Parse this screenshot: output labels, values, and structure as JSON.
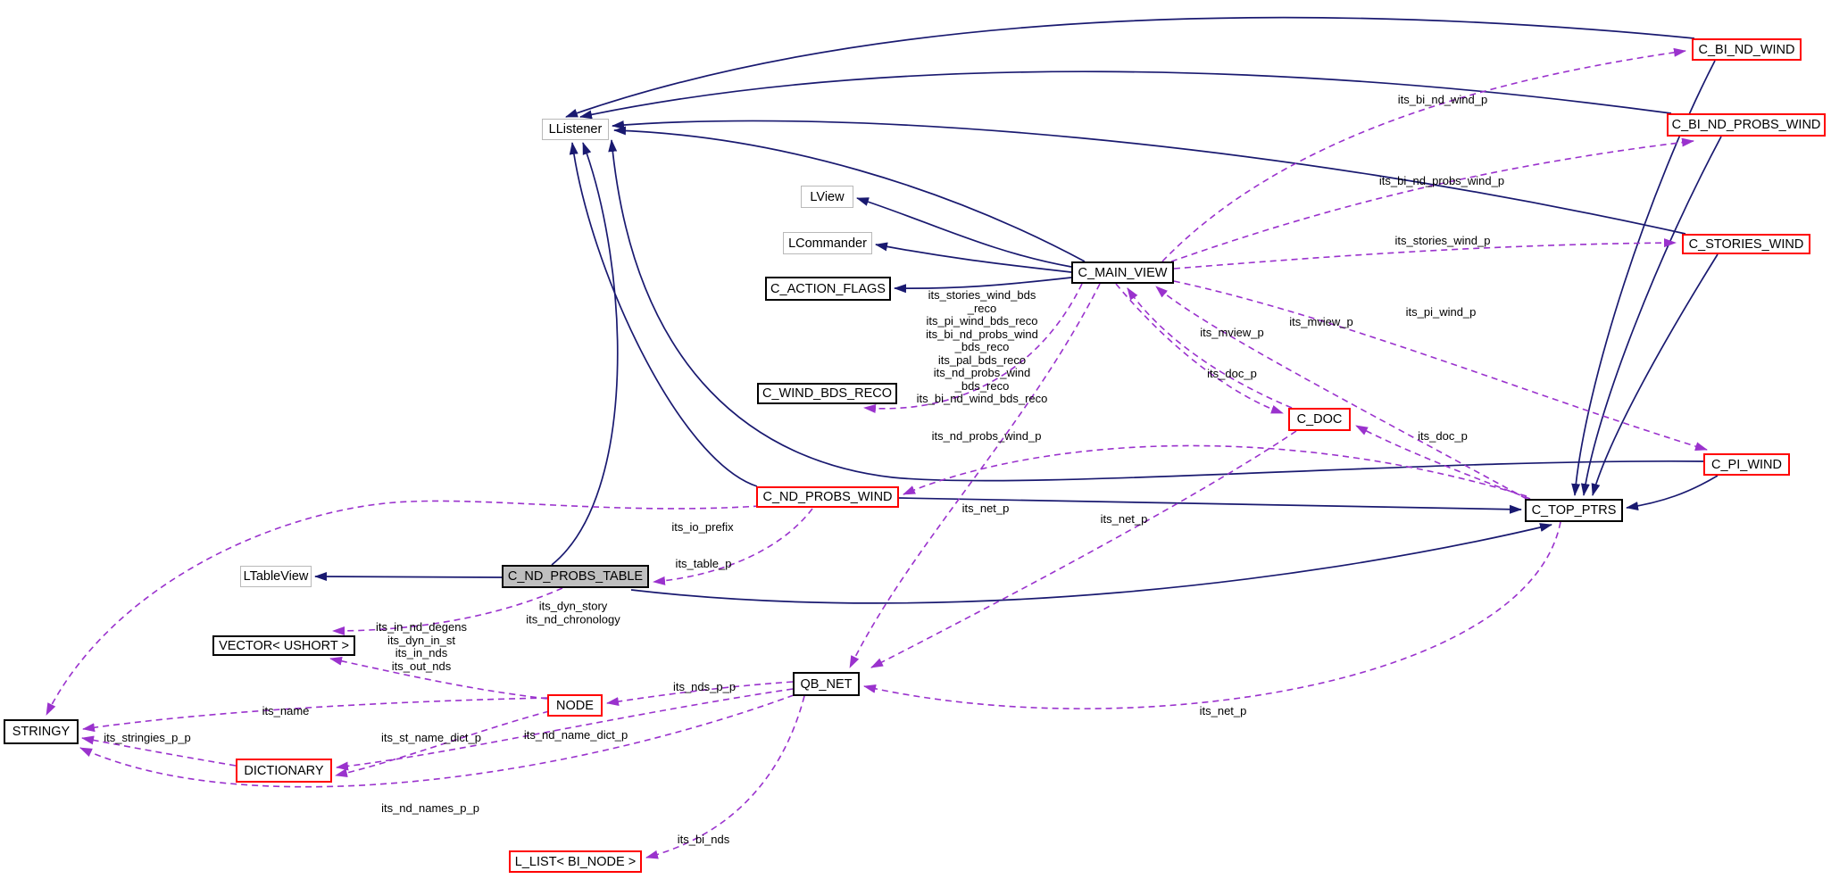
{
  "diagram_type": "class collaboration graph",
  "colors": {
    "background": "#ffffff",
    "text": "#000000",
    "solid_edge": "#191970",
    "dashed_edge": "#9a32cd",
    "node_border": "#000000",
    "external_border": "#b9b9b9",
    "highlight_border": "#ff0000",
    "subject_fill": "#bfbfbf"
  },
  "nodes": {
    "llistener": "LListener",
    "lview": "LView",
    "lcommander": "LCommander",
    "c_action_flags": "C_ACTION_FLAGS",
    "c_wind_bds_reco": "C_WIND_BDS_RECO",
    "c_main_view": "C_MAIN_VIEW",
    "c_doc": "C_DOC",
    "c_bi_nd_wind": "C_BI_ND_WIND",
    "c_bi_nd_probs_wind": "C_BI_ND_PROBS_WIND",
    "c_stories_wind": "C_STORIES_WIND",
    "c_pi_wind": "C_PI_WIND",
    "c_top_ptrs": "C_TOP_PTRS",
    "c_nd_probs_wind": "C_ND_PROBS_WIND",
    "ltableview": "LTableView",
    "c_nd_probs_table": "C_ND_PROBS_TABLE",
    "vector_ushort": "VECTOR< USHORT >",
    "node": "NODE",
    "qb_net": "QB_NET",
    "stringy": "STRINGY",
    "dictionary": "DICTIONARY",
    "l_list_bi_node": "L_LIST< BI_NODE >"
  },
  "edge_labels": {
    "its_bi_nd_wind_p": "its_bi_nd_wind_p",
    "its_bi_nd_probs_wind_p": "its_bi_nd_probs_wind_p",
    "its_stories_wind_p": "its_stories_wind_p",
    "its_pi_wind_p": "its_pi_wind_p",
    "its_mview_p": "its_mview_p",
    "its_doc_p": "its_doc_p",
    "its_net_p": "its_net_p",
    "its_nd_probs_wind_p": "its_nd_probs_wind_p",
    "its_io_prefix": "its_io_prefix",
    "its_table_p": "its_table_p",
    "its_nds_p_p": "its_nds_p_p",
    "its_nd_name_dict_p": "its_nd_name_dict_p",
    "its_st_name_dict_p": "its_st_name_dict_p",
    "its_name": "its_name",
    "its_stringies_p_p": "its_stringies_p_p",
    "its_nd_names_p_p": "its_nd_names_p_p",
    "its_bi_nds": "its_bi_nds",
    "bds_reco_stack": [
      "its_stories_wind_bds",
      "_reco",
      "its_pi_wind_bds_reco",
      "its_bi_nd_probs_wind",
      "_bds_reco",
      "its_pal_bds_reco",
      "its_nd_probs_wind",
      "_bds_reco",
      "its_bi_nd_wind_bds_reco"
    ],
    "table_vector_stack": [
      "its_dyn_story",
      "its_nd_chronology"
    ],
    "node_vector_stack": [
      "its_in_nd_degens",
      "its_dyn_in_st",
      "its_in_nds",
      "its_out_nds"
    ]
  }
}
